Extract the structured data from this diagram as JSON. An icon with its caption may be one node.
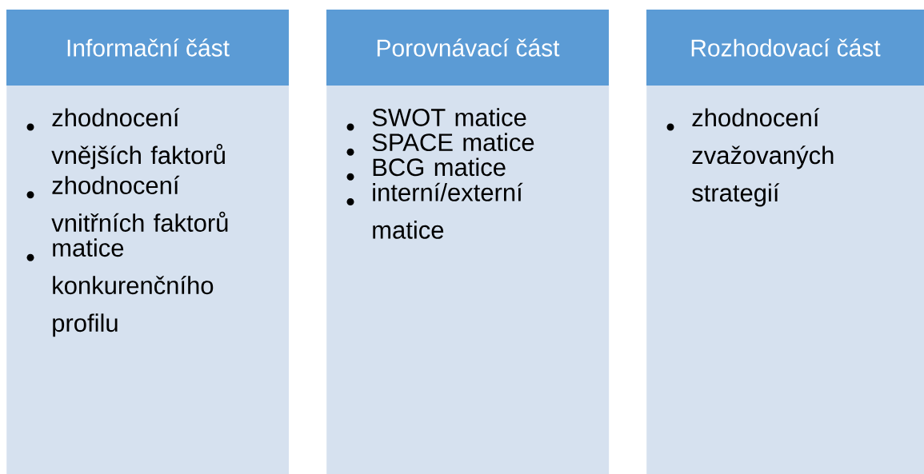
{
  "diagram": {
    "nodes": [
      {
        "text": [
          "Informační část",
          "zhodnocení vnějších faktorů",
          "zhodnocení vnitřních faktorů",
          "matice konkurenčního profilu"
        ]
      },
      {
        "text": [
          "Porovnávací část",
          "SWOT matice",
          "SPACE matice",
          "BCG matice",
          "interní/externí matice"
        ]
      },
      {
        "text": [
          "Rozhodovací část",
          "zhodnocení zvažovaných strategií"
        ]
      }
    ]
  }
}
